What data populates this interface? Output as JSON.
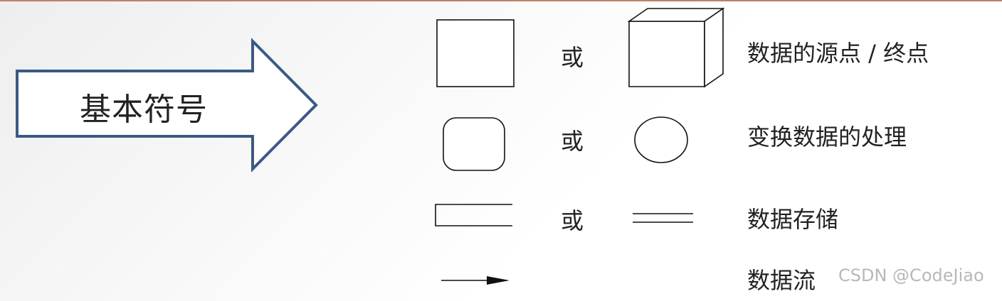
{
  "arrow": {
    "label": "基本符号",
    "stroke_color": "#3a5a85"
  },
  "rows": [
    {
      "or_text": "或",
      "description": "数据的源点 / 终点",
      "symbol_a": "rectangle",
      "symbol_b": "3d-box"
    },
    {
      "or_text": "或",
      "description": "变换数据的处理",
      "symbol_a": "rounded-rectangle",
      "symbol_b": "circle"
    },
    {
      "or_text": "或",
      "description": "数据存储",
      "symbol_a": "open-rectangle",
      "symbol_b": "double-line"
    },
    {
      "description": "数据流",
      "symbol_a": "arrow"
    }
  ],
  "watermark": "CSDN @CodeJiao",
  "colors": {
    "top_rule": "#c0806a",
    "shape_stroke": "#111111",
    "watermark": "#b8b8b8"
  }
}
